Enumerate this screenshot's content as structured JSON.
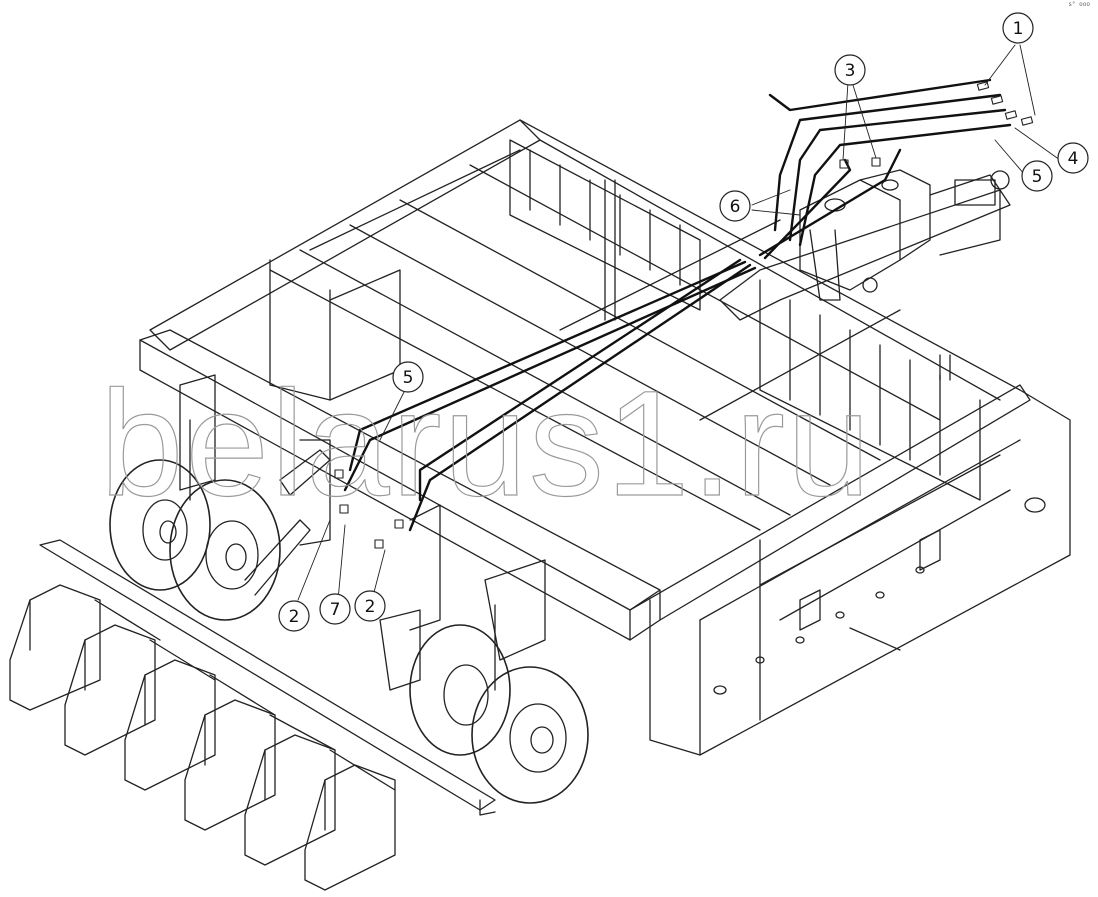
{
  "watermark": {
    "text": "belarus1.ru"
  },
  "corner_note": "s° ooo",
  "callouts": [
    {
      "label": "1"
    },
    {
      "label": "3"
    },
    {
      "label": "6"
    },
    {
      "label": "4"
    },
    {
      "label": "5"
    },
    {
      "label": "5"
    },
    {
      "label": "2"
    },
    {
      "label": "7"
    },
    {
      "label": "2"
    }
  ],
  "colors": {
    "line": "#222222",
    "hose": "#111111",
    "watermark": "#9a9a9a"
  }
}
